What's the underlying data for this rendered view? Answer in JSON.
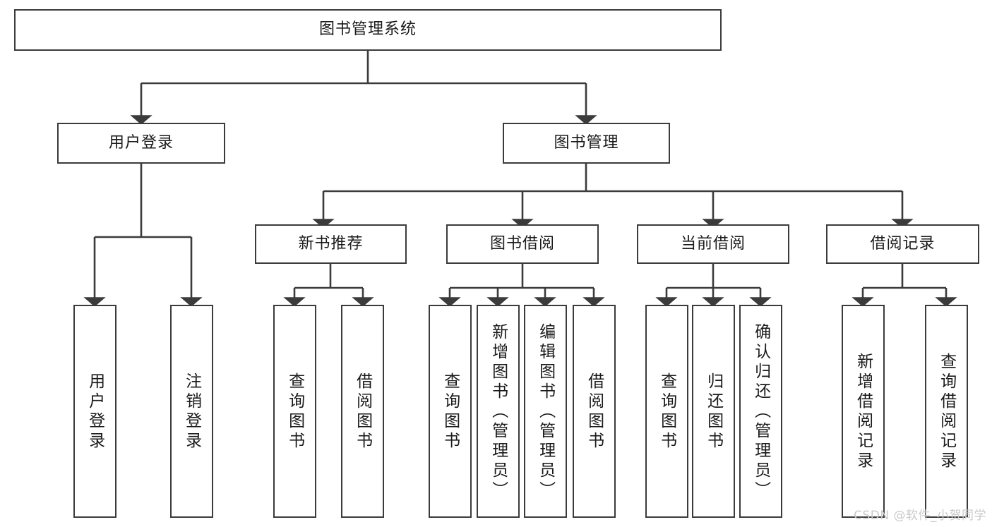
{
  "diagram": {
    "title": "图书管理系统",
    "type": "hierarchy-tree",
    "root": {
      "label": "图书管理系统"
    },
    "level2": [
      {
        "id": "user-login",
        "label": "用户登录"
      },
      {
        "id": "book-management",
        "label": "图书管理"
      }
    ],
    "level3": [
      {
        "id": "new-book-recommend",
        "label": "新书推荐"
      },
      {
        "id": "book-borrow",
        "label": "图书借阅"
      },
      {
        "id": "current-borrow",
        "label": "当前借阅"
      },
      {
        "id": "borrow-record",
        "label": "借阅记录"
      }
    ],
    "leaves": [
      {
        "id": "leaf-user-login",
        "label": "用户登录"
      },
      {
        "id": "leaf-logout",
        "label": "注销登录"
      },
      {
        "id": "leaf-query-book-1",
        "label": "查询图书"
      },
      {
        "id": "leaf-borrow-book-1",
        "label": "借阅图书"
      },
      {
        "id": "leaf-query-book-2",
        "label": "查询图书"
      },
      {
        "id": "leaf-add-book",
        "label": "新增图书（管理员）"
      },
      {
        "id": "leaf-edit-book",
        "label": "编辑图书（管理员）"
      },
      {
        "id": "leaf-borrow-book-2",
        "label": "借阅图书"
      },
      {
        "id": "leaf-query-book-3",
        "label": "查询图书"
      },
      {
        "id": "leaf-return-book",
        "label": "归还图书"
      },
      {
        "id": "leaf-confirm-return",
        "label": "确认归还（管理员）"
      },
      {
        "id": "leaf-add-record",
        "label": "新增借阅记录"
      },
      {
        "id": "leaf-query-record",
        "label": "查询借阅记录"
      }
    ],
    "colors": {
      "stroke": "#3b3b3b",
      "fill": "#ffffff",
      "text": "#1a1a1a",
      "watermark": "#c9c9c9"
    }
  },
  "watermark": {
    "text": "CSDN @软件_小贺同学"
  }
}
